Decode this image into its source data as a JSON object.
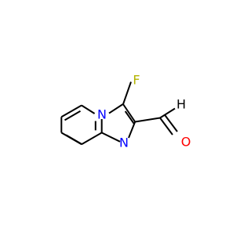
{
  "atoms": {
    "fluorine": {
      "symbol": "F",
      "color": "#b3b300"
    },
    "oxygen": {
      "symbol": "O",
      "color": "#ff0000"
    },
    "ring_nitrogen": {
      "symbol": "N",
      "color": "#0000ff"
    },
    "bridgehead_nitrogen": {
      "symbol": "N",
      "color": "#0000ff"
    },
    "aldehyde_hydrogen": {
      "symbol": "H",
      "color": "#000000"
    }
  },
  "colors": {
    "bond": "#000000",
    "background": "#ffffff"
  }
}
